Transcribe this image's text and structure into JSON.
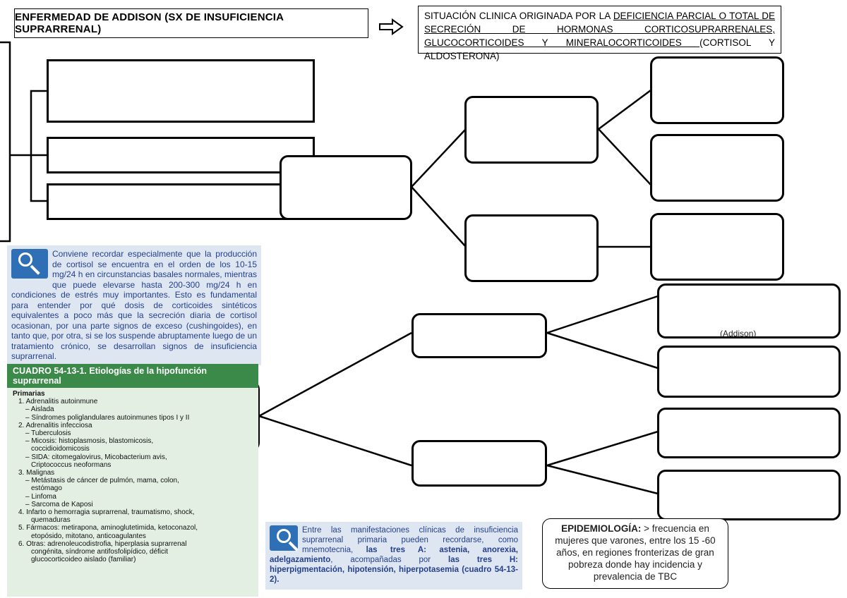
{
  "title": "ENFERMEDAD DE ADDISON (SX DE INSUFICIENCIA SUPRARRENAL)",
  "definition": {
    "prefix": "SITUACIÓN CLINICA ORIGINADA POR LA ",
    "underlined": "DEFICIENCIA PARCIAL O TOTAL DE SECRECIÓN DE HORMONAS CORTICOSUPRARRENALES, GLUCOCORTICOIDES Y MINERALOCORTICOIDES ",
    "suffix": "(CORTISOL Y ALDOSTERONA)"
  },
  "ghost_text": "(Addison)",
  "note_cortisol": "Conviene recordar especialmente que la producción de cortisol se encuentra en el orden de los 10-15 mg/24 h en circunstancias basales normales, mientras que puede elevarse hasta 200-300 mg/24 h en condiciones de estrés muy importantes. Esto es fundamental para entender por qué dosis de corticoides sintéticos equivalentes a poco más que la secreción diaria de cortisol ocasionan, por una parte signos de exceso (cushingoides), en tanto que, por otra, si se los suspende abruptamente luego de un tratamiento crónico, se desarrollan signos de insuficiencia suprarrenal.",
  "table": {
    "title": "CUADRO 54-13-1. Etiologías de la hipofunción suprarrenal",
    "lines": [
      {
        "lvl": "cat",
        "t": "Primarias"
      },
      {
        "lvl": "l1",
        "t": "1.  Adrenalitis autoinmune"
      },
      {
        "lvl": "l2",
        "t": "– Aislada"
      },
      {
        "lvl": "l2",
        "t": "– Síndromes poliglandulares autoinmunes tipos I y II"
      },
      {
        "lvl": "l1",
        "t": "2.  Adrenalitis infecciosa"
      },
      {
        "lvl": "l2",
        "t": "– Tuberculosis"
      },
      {
        "lvl": "l2",
        "t": "– Micosis: histoplasmosis, blastomicosis,"
      },
      {
        "lvl": "l3",
        "t": "coccidioidomicosis"
      },
      {
        "lvl": "l2",
        "t": "– SIDA: citomegalovirus, Micobacterium avis,"
      },
      {
        "lvl": "l3",
        "t": "Criptococcus neoformans"
      },
      {
        "lvl": "l1",
        "t": "3.  Malignas"
      },
      {
        "lvl": "l2",
        "t": "– Metástasis de cáncer de pulmón, mama, colon,"
      },
      {
        "lvl": "l3",
        "t": "estómago"
      },
      {
        "lvl": "l2",
        "t": "– Linfoma"
      },
      {
        "lvl": "l2",
        "t": "– Sarcoma de Kaposi"
      },
      {
        "lvl": "l1",
        "t": "4.  Infarto o hemorragia suprarrenal, traumatismo, shock,"
      },
      {
        "lvl": "l3",
        "t": "quemaduras"
      },
      {
        "lvl": "l1",
        "t": "5.  Fármacos: metirapona, aminoglutetimida, ketoconazol,"
      },
      {
        "lvl": "l3",
        "t": "etopósido, mitotano, anticoagulantes"
      },
      {
        "lvl": "l1",
        "t": "6.  Otras: adrenoleucodistrofia, hiperplasia suprarrenal"
      },
      {
        "lvl": "l3",
        "t": "congénita, síndrome antifosfolipídico, déficit"
      },
      {
        "lvl": "l3",
        "t": "glucocorticoideo aislado (familiar)"
      }
    ]
  },
  "note_mnemonic": {
    "a": "Entre las manifestaciones clínicas de insuficiencia suprarrenal primaria pueden recordarse, como mnemotecnia, ",
    "b": "las tres A: astenia, anorexia, adelgazamiento",
    "c": ", acompañadas por ",
    "d": "las tres H: hiperpigmentación, hipotensión, hiperpotasemia (cuadro 54-13-2)."
  },
  "epidemiology": {
    "label": "EPIDEMIOLOGÍA:",
    "text": " > frecuencia en mujeres que varones, entre los 15 -60 años, en regiones fronterizas de gran pobreza donde hay incidencia y prevalencia de TBC"
  }
}
